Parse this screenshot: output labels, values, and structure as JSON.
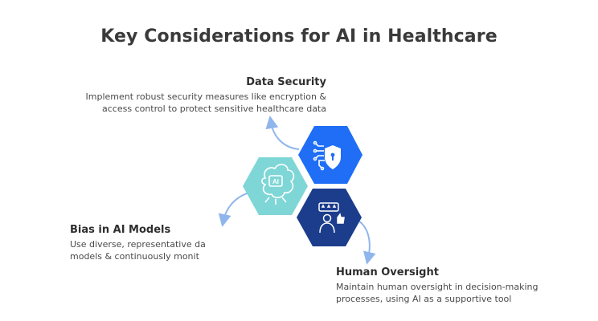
{
  "title": "Key Considerations for AI in Healthcare",
  "items": [
    {
      "heading": "Data Security",
      "description": "Implement robust security measures like encryption & access control to protect sensitive healthcare data",
      "color": "#1f6ef5",
      "icon": "circuit-shield-lock-icon"
    },
    {
      "heading": "Bias in AI Models",
      "description": "Use diverse, representative data ... models & continuously monitor ...",
      "color": "#7fd6d6",
      "icon": "ai-brain-icon"
    },
    {
      "heading": "Human Oversight",
      "description": "Maintain human oversight in decision-making processes, using AI as a supportive tool",
      "color": "#1c3d8c",
      "icon": "person-rating-thumbs-up-icon"
    }
  ],
  "bias_desc_lines": [
    "Use diverse, representative da",
    "models & continuously monit"
  ],
  "data_security_desc_lines": [
    "Implement robust security measures like encryption &",
    "access control to protect sensitive healthcare data"
  ],
  "human_desc_lines": [
    "Maintain human oversight in decision-making",
    "processes, using AI as a supportive tool"
  ],
  "ai_badge_text": "AI",
  "arrow_color": "#8fb6ec"
}
